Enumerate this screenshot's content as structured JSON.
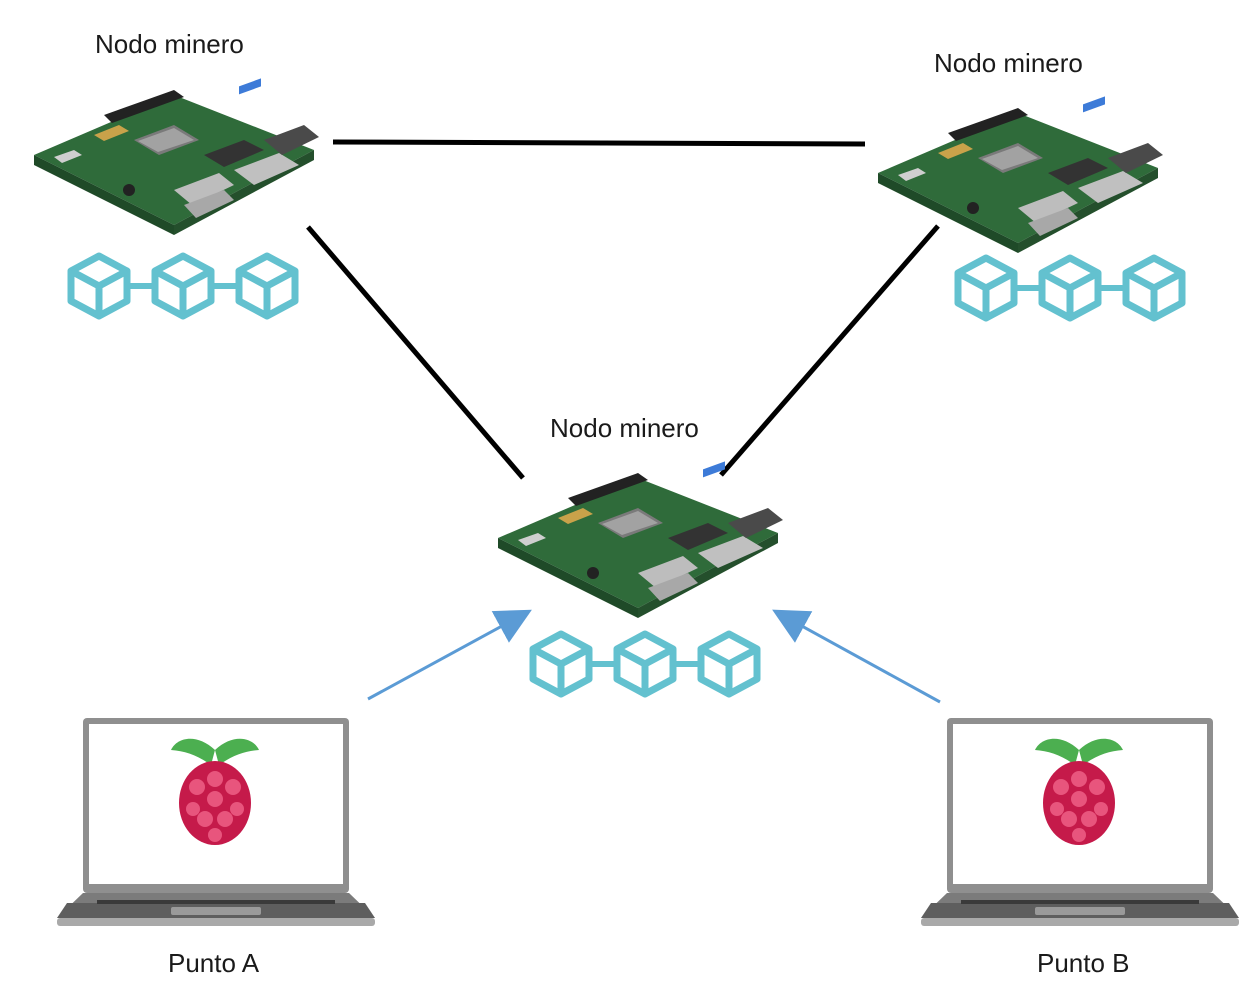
{
  "nodes": [
    {
      "label": "Nodo minero"
    },
    {
      "label": "Nodo minero"
    },
    {
      "label": "Nodo minero"
    }
  ],
  "clients": [
    {
      "label": "Punto A"
    },
    {
      "label": "Punto B"
    }
  ],
  "colors": {
    "link": "#000000",
    "arrow": "#5b9bd5",
    "block": "#63c1cf",
    "board": "#2f6b3a",
    "laptop_body": "#8a8a8a",
    "laptop_screen": "#ffffff",
    "raspberry_red": "#c51a4a",
    "raspberry_leaf": "#4caf50"
  },
  "icons": {
    "board": "raspberry-pi-board-icon",
    "chain": "blockchain-icon",
    "laptop": "laptop-icon",
    "logo": "raspberry-pi-logo-icon"
  }
}
